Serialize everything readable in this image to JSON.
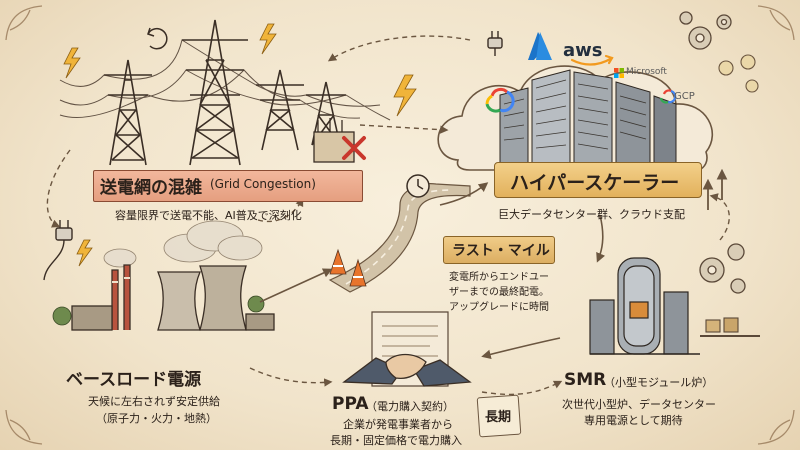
{
  "grid": {
    "title": "送電網の混雑",
    "title_en": "(Grid Congestion)",
    "desc": "容量限界で送電不能、AI普及で深刻化"
  },
  "hyperscaler": {
    "title": "ハイパースケーラー",
    "desc": "巨大データセンター群、クラウド支配",
    "logos": {
      "aws": "aws",
      "microsoft": "Microsoft",
      "gcp": "GCP"
    }
  },
  "last_mile": {
    "title": "ラスト・マイル",
    "desc_lines": [
      "変電所からエンドユー",
      "ザーまでの最終配電。",
      "アップグレードに時間"
    ]
  },
  "baseload": {
    "title": "ベースロード電源",
    "desc_lines": [
      "天候に左右されず安定供給",
      "（原子力・火力・地熱）"
    ]
  },
  "ppa": {
    "title": "PPA",
    "title_paren": "（電力購入契約）",
    "desc_lines": [
      "企業が発電事業者から",
      "長期・固定価格で電力購入"
    ],
    "badge": "長期"
  },
  "smr": {
    "title": "SMR",
    "title_paren": "（小型モジュール炉）",
    "desc_lines": [
      "次世代小型炉、データセンター",
      "専用電源として期待"
    ]
  },
  "colors": {
    "ink": "#2b211a",
    "ribbon_red": "#e59f80",
    "gold": "#e2b15c",
    "azure": "#1b74c9",
    "aws_orange": "#f29a1f",
    "cross_red": "#c9372c"
  }
}
